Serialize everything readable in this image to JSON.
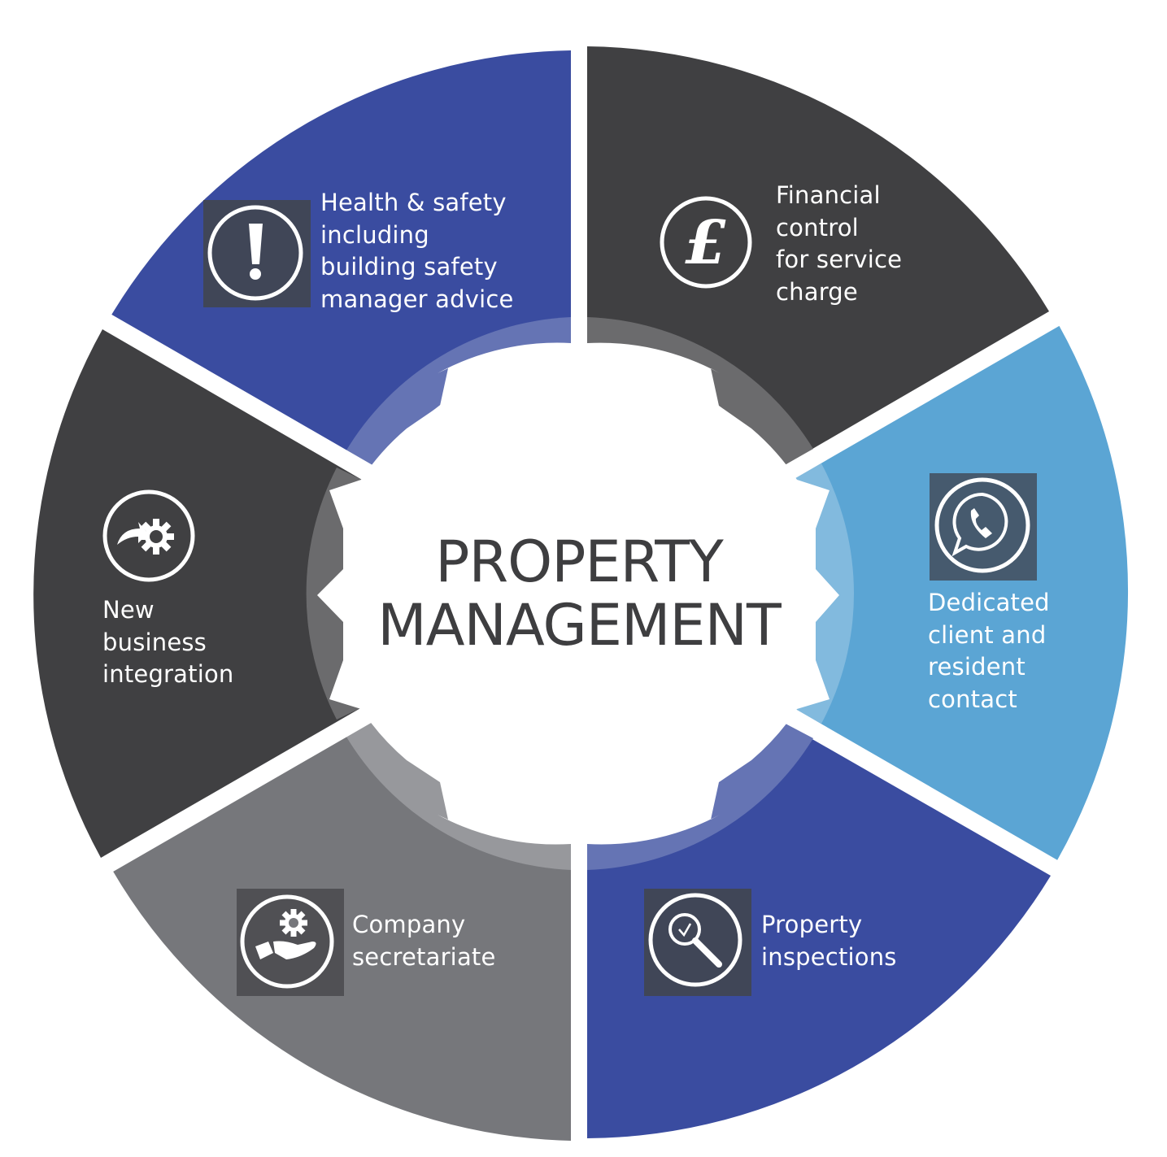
{
  "title": {
    "line1": "PROPERTY",
    "line2": "MANAGEMENT"
  },
  "segments": [
    {
      "id": "health-safety",
      "icon": "exclamation-icon",
      "color": "#3a4ca0",
      "ring_color": "#6574b4",
      "lines": [
        "Health & safety",
        "including",
        "building safety",
        "manager advice"
      ]
    },
    {
      "id": "financial-control",
      "icon": "pound-sterling-icon",
      "color": "#404042",
      "ring_color": "#6b6b6d",
      "lines": [
        "Financial",
        "control",
        "for service",
        "charge"
      ]
    },
    {
      "id": "client-contact",
      "icon": "chat-phone-icon",
      "color": "#5ba5d4",
      "ring_color": "#82bade",
      "lines": [
        "Dedicated",
        "client and",
        "resident",
        "contact"
      ]
    },
    {
      "id": "property-inspections",
      "icon": "magnifier-check-icon",
      "color": "#3a4ca0",
      "ring_color": "#6574b4",
      "lines": [
        "Property",
        "inspections"
      ]
    },
    {
      "id": "company-secretariate",
      "icon": "hand-gear-icon",
      "color": "#76777b",
      "ring_color": "#97989c",
      "lines": [
        "Company",
        "secretariate"
      ]
    },
    {
      "id": "new-business",
      "icon": "arrow-gear-icon",
      "color": "#404042",
      "ring_color": "#6b6b6d",
      "lines": [
        "New",
        "business",
        "integration"
      ]
    }
  ],
  "colors": {
    "icon_box_dark": "#404657",
    "center_text": "#3e3e40",
    "background": "#ffffff"
  }
}
